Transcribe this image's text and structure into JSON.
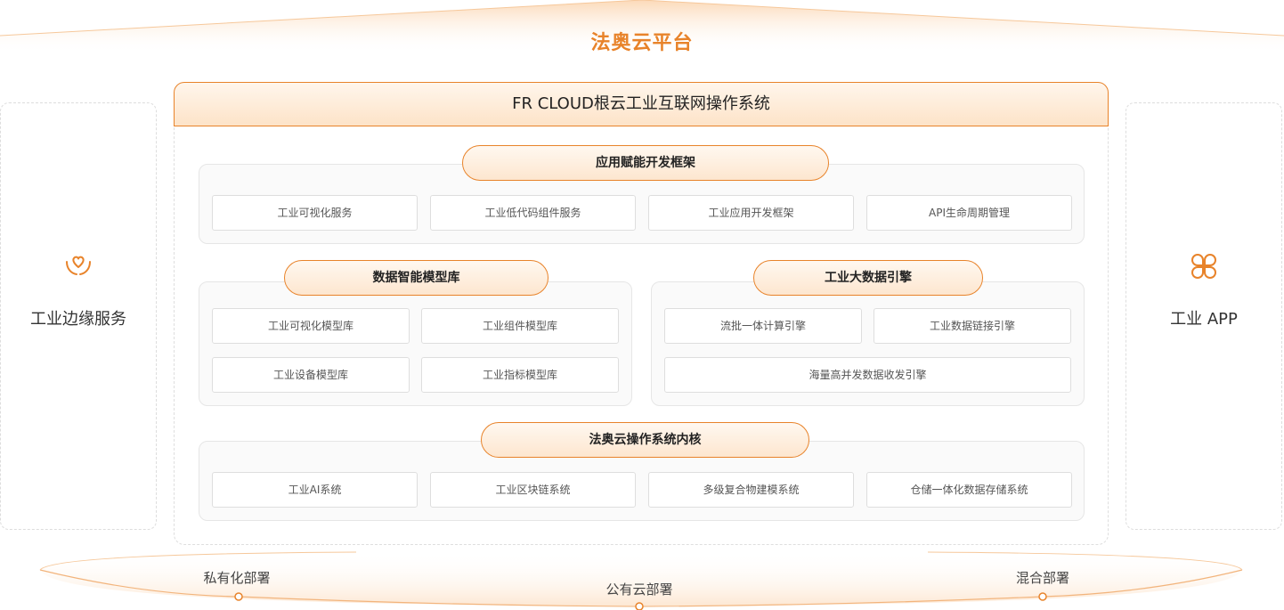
{
  "platform_title": "法奥云平台",
  "os_title": "FR CLOUD根云工业互联网操作系统",
  "left_panel": {
    "label": "工业边缘服务",
    "icon": "hands-heart-icon"
  },
  "right_panel": {
    "label": "工业 APP",
    "icon": "app-grid-icon"
  },
  "sections": {
    "app_framework": {
      "title": "应用赋能开发框架",
      "items": [
        "工业可视化服务",
        "工业低代码组件服务",
        "工业应用开发框架",
        "API生命周期管理"
      ]
    },
    "model_library": {
      "title": "数据智能模型库",
      "items": [
        "工业可视化模型库",
        "工业组件模型库",
        "工业设备模型库",
        "工业指标模型库"
      ]
    },
    "big_data": {
      "title": "工业大数据引擎",
      "items": [
        "流批一体计算引擎",
        "工业数据链接引擎",
        "海量高并发数据收发引擎"
      ]
    },
    "kernel": {
      "title": "法奥云操作系统内核",
      "items": [
        "工业AI系统",
        "工业区块链系统",
        "多级复合物建模系统",
        "仓储一体化数据存储系统"
      ]
    }
  },
  "deployment": [
    "私有化部署",
    "公有云部署",
    "混合部署"
  ],
  "colors": {
    "accent": "#e8832a",
    "pill_fill": "#fde6cf",
    "header_fill": "#fde3c8"
  }
}
